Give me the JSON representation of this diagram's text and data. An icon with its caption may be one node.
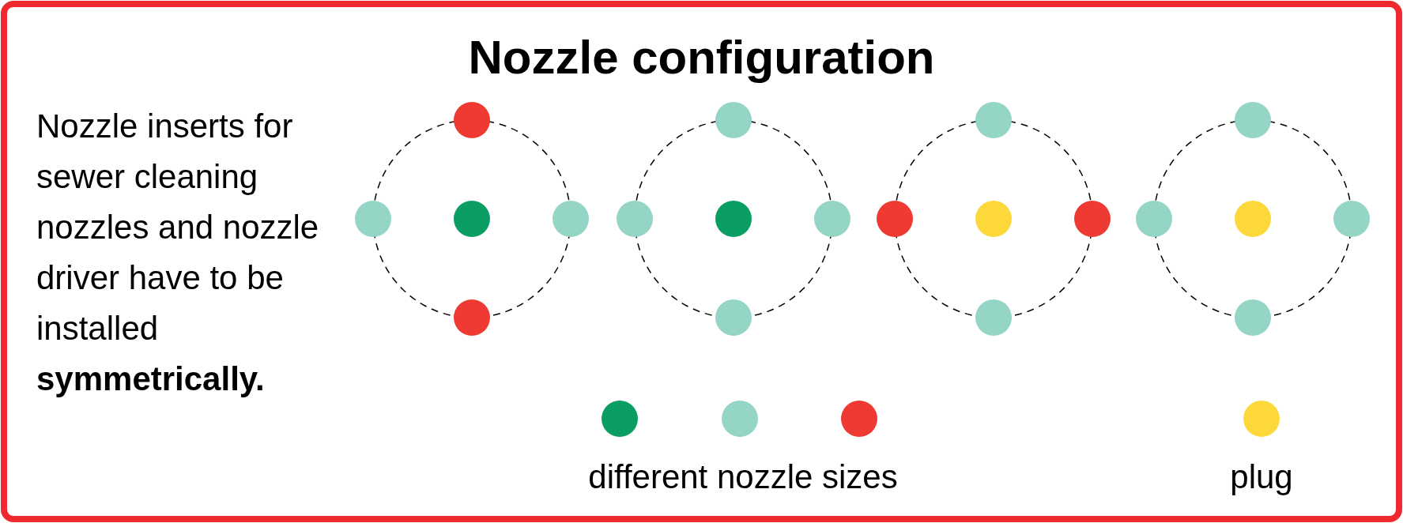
{
  "diagram": {
    "title": "Nozzle configuration",
    "labels": [
      "Nozzle inserts for sewer cleaning nozzles and nozzle driver have to be installed **symmetrically.**"
    ],
    "legend": [
      {
        "text": "different nozzle sizes"
      },
      {
        "text": "plug",
        "color": "#fcd83a"
      }
    ]
  }
}
